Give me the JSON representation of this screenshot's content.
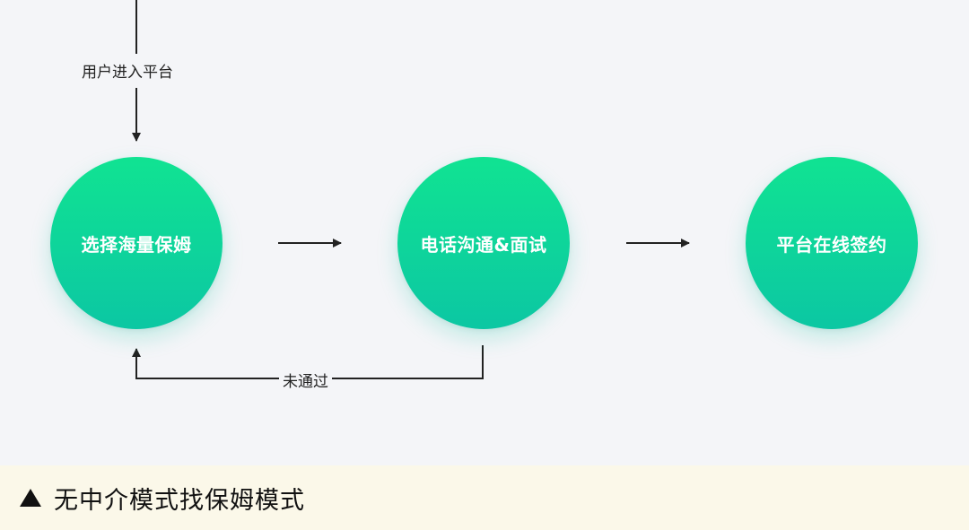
{
  "diagram": {
    "nodes": [
      {
        "id": "select",
        "label": "选择海量保姆"
      },
      {
        "id": "interview",
        "label": "电话沟通&面试"
      },
      {
        "id": "sign",
        "label": "平台在线签约"
      }
    ],
    "edge_labels": {
      "entry": "用户进入平台",
      "failed": "未通过"
    },
    "colors": {
      "node_top": "#10e392",
      "node_bottom": "#0cc7a3",
      "arrow": "#222222",
      "background": "#f4f5f8",
      "caption_background": "#fbf8e9"
    }
  },
  "caption": {
    "text": "无中介模式找保姆模式"
  }
}
